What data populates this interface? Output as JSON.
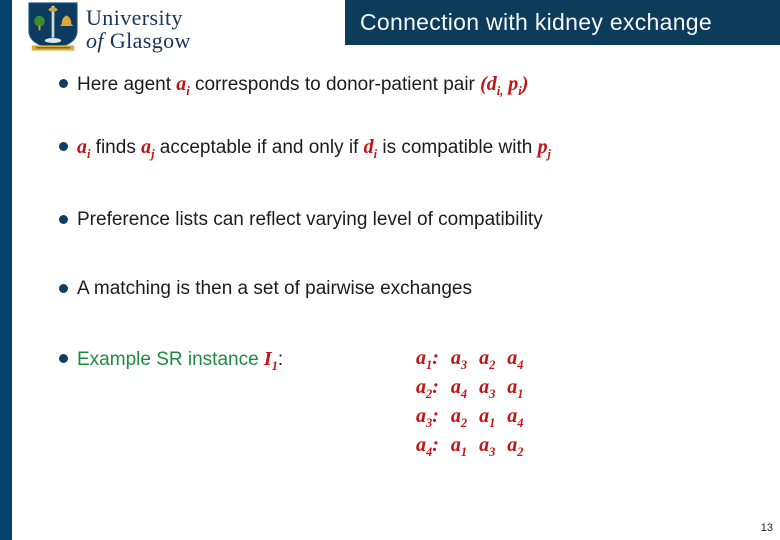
{
  "colors": {
    "slide_bg": "#ffffff",
    "navy_bar": "#05406e",
    "navy_banner": "#0d3b5a",
    "navy_logo": "#14365c",
    "bullet_navy": "#0e3e63",
    "accent_red": "#c31414",
    "accent_green": "#1e8b3d",
    "body_text": "#1c1c1c",
    "banner_text": "#f4fafe",
    "crest_gold": "#d9a43c",
    "crest_green": "#3c8a2e",
    "crest_silver": "#dfe7ef"
  },
  "header": {
    "title": "Connection with kidney exchange",
    "logo": {
      "crest": "university-of-glasgow-crest",
      "line1": "University",
      "of": "of",
      "line2": "Glasgow"
    }
  },
  "bullets": [
    {
      "segments": [
        {
          "style": "plain",
          "text": "Here agent "
        },
        {
          "style": "math",
          "text": "a",
          "sub": "i"
        },
        {
          "style": "plain",
          "text": " corresponds to donor-patient pair "
        },
        {
          "style": "math",
          "text": "(d",
          "sub": "i,"
        },
        {
          "style": "math",
          "text": " p",
          "sub": "i"
        },
        {
          "style": "math",
          "text": ")"
        }
      ]
    },
    {
      "segments": [
        {
          "style": "math",
          "text": "a",
          "sub": "i"
        },
        {
          "style": "plain",
          "text": " finds "
        },
        {
          "style": "math",
          "text": "a",
          "sub": "j"
        },
        {
          "style": "plain",
          "text": " acceptable if and only if "
        },
        {
          "style": "math",
          "text": "d",
          "sub": "i"
        },
        {
          "style": "plain",
          "text": " is compatible with "
        },
        {
          "style": "math",
          "text": "p",
          "sub": "j"
        }
      ]
    },
    {
      "segments": [
        {
          "style": "plain",
          "text": "Preference lists can reflect varying level of compatibility"
        }
      ]
    },
    {
      "segments": [
        {
          "style": "plain",
          "text": "A matching is then a set of pairwise exchanges"
        }
      ]
    },
    {
      "segments": [
        {
          "style": "green",
          "text": "Example SR instance "
        },
        {
          "style": "math",
          "text": "I",
          "sub": "1"
        },
        {
          "style": "plain",
          "text": ":"
        }
      ]
    }
  ],
  "sr_instance": {
    "colon": ":",
    "rows": [
      {
        "agent": "a1",
        "prefs": [
          "a3",
          "a2",
          "a4"
        ]
      },
      {
        "agent": "a2",
        "prefs": [
          "a4",
          "a3",
          "a1"
        ]
      },
      {
        "agent": "a3",
        "prefs": [
          "a2",
          "a1",
          "a4"
        ]
      },
      {
        "agent": "a4",
        "prefs": [
          "a1",
          "a3",
          "a2"
        ]
      }
    ]
  },
  "footer": {
    "page_number": "13"
  }
}
